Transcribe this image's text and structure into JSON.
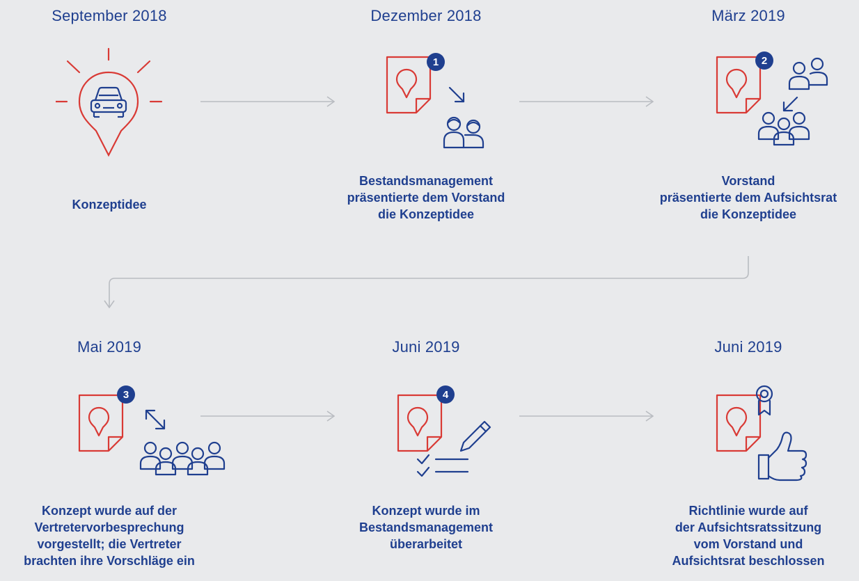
{
  "steps": [
    {
      "date": "September 2018",
      "text": "Konzeptidee",
      "icon": "car-pin-icon"
    },
    {
      "date": "Dezember 2018",
      "text": "Bestandsmanagement\npräsentierte dem Vorstand\ndie Konzeptidee",
      "badge": "1",
      "icon": "document-to-people-icon"
    },
    {
      "date": "März 2019",
      "text": "Vorstand\npräsentierte dem Aufsichtsrat\ndie Konzeptidee",
      "badge": "2",
      "icon": "document-to-board-icon"
    },
    {
      "date": "Mai 2019",
      "text": "Konzept wurde auf der\nVertretervorbesprechung\nvorgestellt; die Vertreter\nbrachten ihre Vorschläge ein",
      "badge": "3",
      "icon": "document-exchange-group-icon"
    },
    {
      "date": "Juni 2019",
      "text": "Konzept wurde im\nBestandsmanagement\nüberarbeitet",
      "badge": "4",
      "icon": "document-edit-checklist-icon"
    },
    {
      "date": "Juni 2019",
      "text": "Richtlinie wurde auf\nder Aufsichtsratssitzung\nvom Vorstand und\nAufsichtsrat beschlossen",
      "icon": "document-award-thumbsup-icon"
    }
  ],
  "colors": {
    "background": "#e9eaec",
    "primary": "#1f3f8f",
    "accent": "#d93a35",
    "connector": "#b9bcc1"
  }
}
